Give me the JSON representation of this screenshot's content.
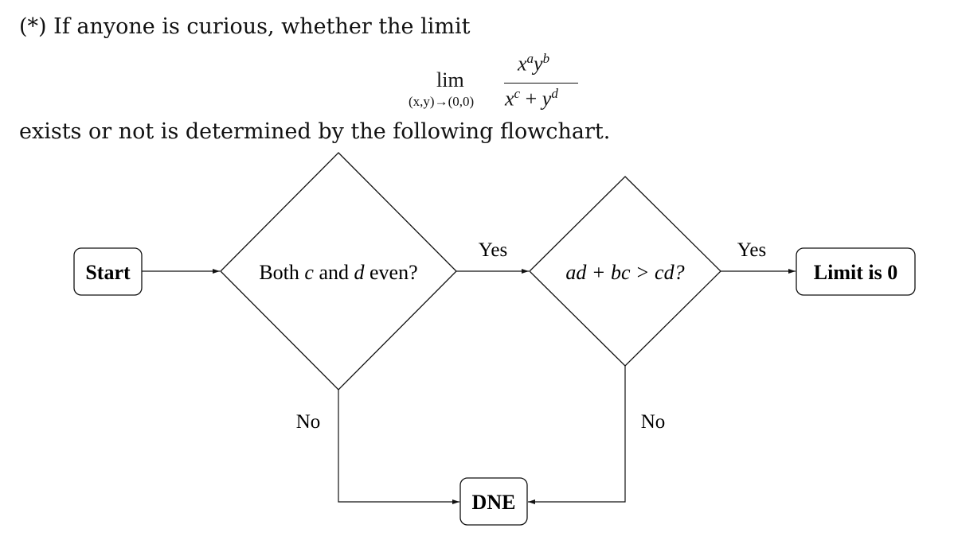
{
  "intro_text": "(*) If anyone is curious, whether the limit",
  "outro_text": "exists or not is determined by the following flowchart.",
  "formula": {
    "lim": "lim",
    "subscript": "(x,y)→(0,0)",
    "numerator": {
      "x": "x",
      "x_exp": "a",
      "y": "y",
      "y_exp": "b"
    },
    "denominator": {
      "x": "x",
      "x_exp": "c",
      "plus": "+",
      "y": "y",
      "y_exp": "d"
    }
  },
  "nodes": {
    "start": {
      "label": "Start"
    },
    "decision1": {
      "prefix": "Both ",
      "var1": "c",
      "mid": " and ",
      "var2": "d",
      "suffix": " even?"
    },
    "decision2": {
      "label": "ad + bc > cd?"
    },
    "limit0": {
      "label": "Limit is 0"
    },
    "dne": {
      "label": "DNE"
    }
  },
  "edges": {
    "d1_yes": "Yes",
    "d2_yes": "Yes",
    "d1_no": "No",
    "d2_no": "No"
  }
}
